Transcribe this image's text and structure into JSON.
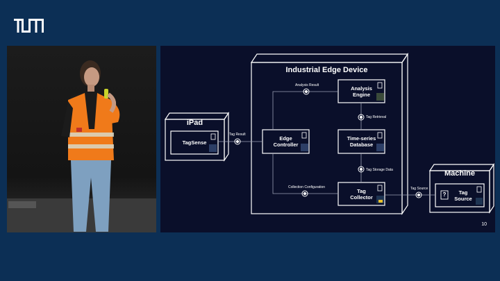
{
  "logo": {
    "text": "TUM",
    "color": "#ffffff"
  },
  "colors": {
    "background": "#0c2f55",
    "slide_background": "#0a0f2a",
    "speaker_vest": "#f07a1a",
    "line": "#ffffff"
  },
  "slide": {
    "page_number": "10",
    "nodes": {
      "edge_device": "Industrial Edge Device",
      "ipad": "iPad",
      "machine": "Machine"
    },
    "components": {
      "tagsense": "TagSense",
      "edge_controller_1": "Edge",
      "edge_controller_2": "Controller",
      "analysis_engine_1": "Analysis",
      "analysis_engine_2": "Engine",
      "tsdb_1": "Time-series",
      "tsdb_2": "Database",
      "tag_collector_1": "Tag",
      "tag_collector_2": "Collector",
      "tag_source_1": "Tag",
      "tag_source_2": "Source"
    },
    "interfaces": {
      "analysis_result": "Analysis Result",
      "tag_retrieval": "Tag Retrieval",
      "tag_result": "Tag Result",
      "tag_storage_data": "Tag Storage Data",
      "collection_configuration": "Collection Configuration",
      "tag_source": "Tag Source"
    },
    "icons": [
      "component-icon",
      "device-icon",
      "dashboard-icon",
      "database-icon",
      "question-icon"
    ]
  }
}
